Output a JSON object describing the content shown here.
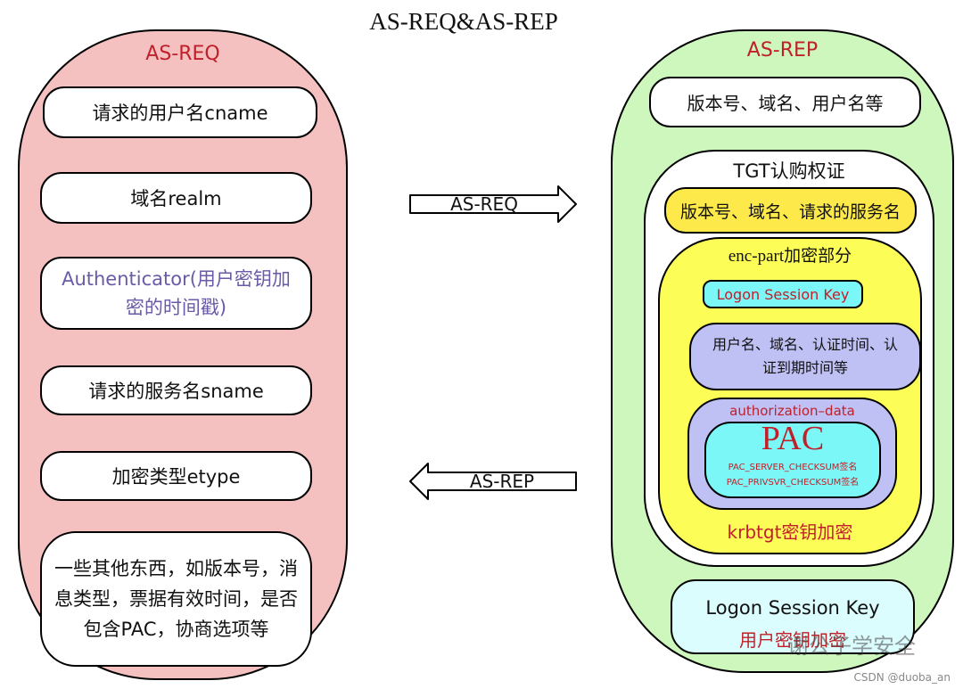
{
  "title": "AS-REQ&AS-REP",
  "as_req": {
    "heading": "AS-REQ",
    "items": [
      "请求的用户名cname",
      "域名realm",
      "Authenticator(用户密钥加密的时间戳)",
      "请求的服务名sname",
      "加密类型etype",
      "一些其他东西，如版本号，消息类型，票据有效时间，是否包含PAC，协商选项等"
    ]
  },
  "arrows": {
    "request": "AS-REQ",
    "reply": "AS-REP"
  },
  "as_rep": {
    "heading": "AS-REP",
    "header_info": "版本号、域名、用户名等",
    "tgt": {
      "title": "TGT认购权证",
      "plain_info": "版本号、域名、请求的服务名",
      "enc_part": {
        "title": "enc-part加密部分",
        "session_key": "Logon Session Key",
        "user_info": "用户名、域名、认证时间、认证到期时间等",
        "auth_data": {
          "label": "authorization–data",
          "pac": {
            "title": "PAC",
            "sig1": "PAC_SERVER_CHECKSUM签名",
            "sig2": "PAC_PRIVSVR_CHECKSUM签名"
          }
        },
        "encrypted_by": "krbtgt密钥加密"
      }
    },
    "session_key_box": {
      "title": "Logon Session Key",
      "encrypted_by": "用户密钥加密"
    }
  },
  "watermarks": {
    "wechat": "谢公子学安全",
    "csdn": "CSDN @duoba_an"
  },
  "colors": {
    "req_fill": "#f4c0c0",
    "rep_fill": "#cdf7bd",
    "tgt_fill": "#ffffff",
    "plain_fill": "#fde94a",
    "enc_fill": "#fdfd57",
    "session_fill": "#7cf7f7",
    "user_info_fill": "#bfc0f4",
    "pac_fill": "#7cf7f7",
    "heading_red": "#c0202a",
    "authenticator_purple": "#6a5aa8",
    "session_box_fill": "#dcfdfd"
  }
}
